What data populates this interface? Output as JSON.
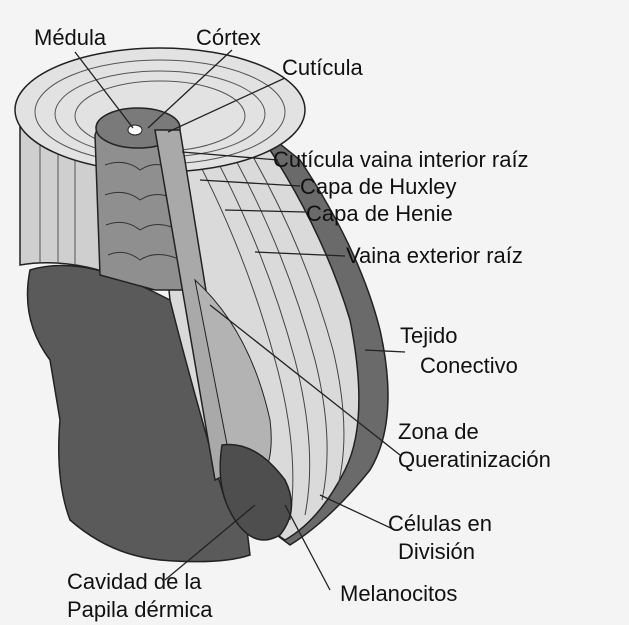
{
  "labels": {
    "medula": "Médula",
    "cortex": "Córtex",
    "cuticula": "Cutícula",
    "cuticula_vaina": "Cutícula vaina interior raíz",
    "huxley": "Capa de Huxley",
    "henie": "Capa de Henie",
    "vaina_exterior": "Vaina exterior raíz",
    "tejido_1": "Tejido",
    "tejido_2": "Conectivo",
    "zona_1": "Zona de",
    "zona_2": "Queratinización",
    "celulas_1": "Células en",
    "celulas_2": "División",
    "melanocitos": "Melanocitos",
    "cavidad_1": "Cavidad de la",
    "cavidad_2": "Papila dérmica"
  },
  "colors": {
    "background": "#f4f4f4",
    "dark_tissue": "#5f5f5f",
    "mid_gray": "#9a9a9a",
    "light_layer": "#d8d8d8",
    "lines": "#222222"
  }
}
